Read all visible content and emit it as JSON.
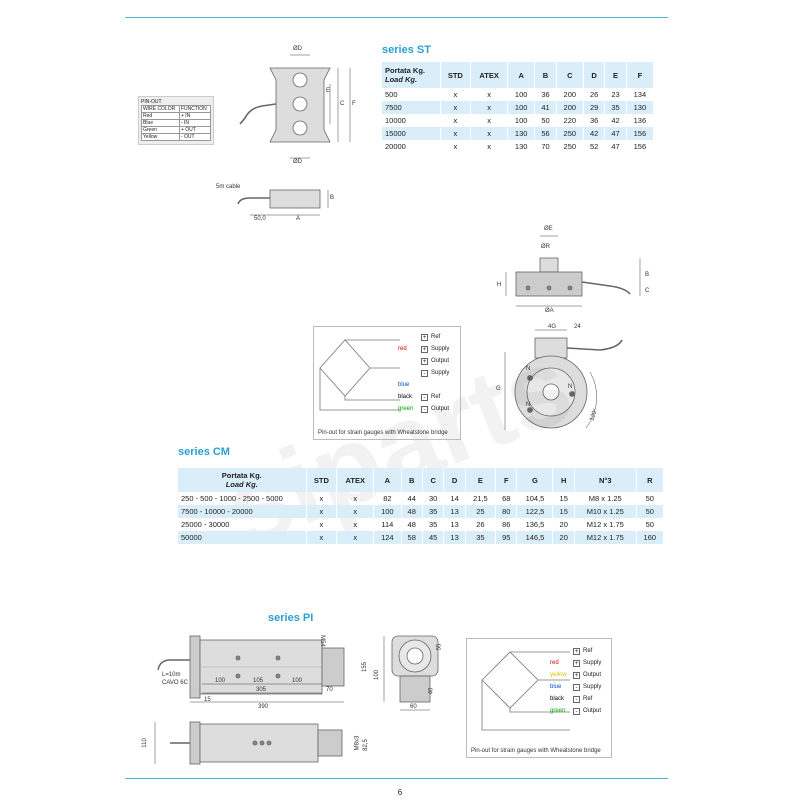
{
  "page_number": "6",
  "watermark": "siparts",
  "colors": {
    "accent": "#2aa0d0",
    "table_alt": "#d9eef8",
    "rule": "#4cb8d8"
  },
  "series_st": {
    "title": "series ST",
    "headers": [
      "Portata Kg. Load Kg.",
      "STD",
      "ATEX",
      "A",
      "B",
      "C",
      "D",
      "E",
      "F"
    ],
    "header_first_line1": "Portata Kg.",
    "header_first_line2": "Load Kg.",
    "rows": [
      [
        "500",
        "x",
        "x",
        "100",
        "36",
        "200",
        "26",
        "23",
        "134"
      ],
      [
        "7500",
        "x",
        "x",
        "100",
        "41",
        "200",
        "29",
        "35",
        "130"
      ],
      [
        "10000",
        "x",
        "x",
        "100",
        "50",
        "220",
        "36",
        "42",
        "136"
      ],
      [
        "15000",
        "x",
        "x",
        "130",
        "56",
        "250",
        "42",
        "47",
        "156"
      ],
      [
        "20000",
        "x",
        "x",
        "130",
        "70",
        "250",
        "52",
        "47",
        "156"
      ]
    ]
  },
  "pinout": {
    "title": "PIN-OUT",
    "col1": "WIRE COLOR",
    "col2": "FUNCTION",
    "rows": [
      [
        "Red",
        "+ IN"
      ],
      [
        "Blue",
        "- IN"
      ],
      [
        "Green",
        "+ OUT"
      ],
      [
        "Yellow",
        "- OUT"
      ]
    ]
  },
  "st_drawing": {
    "cable": "5m cable",
    "dim_50": "50,0",
    "label_a": "A",
    "label_b": "B",
    "label_c": "C",
    "label_e": "E",
    "label_f": "F",
    "label_d": "ØD"
  },
  "cm_drawing": {
    "labels": [
      "ØE",
      "ØR",
      "H",
      "B",
      "C",
      "ØA",
      "4G",
      "24",
      "N",
      "120°",
      "G"
    ]
  },
  "wiring_cm": {
    "items": [
      {
        "color_name": "",
        "label": "Ref",
        "sign": "+"
      },
      {
        "color_name": "red",
        "label": "Supply",
        "sign": "+"
      },
      {
        "color_name": "",
        "label": "Output",
        "sign": "+"
      },
      {
        "color_name": "",
        "label": "Supply",
        "sign": "-"
      },
      {
        "color_name": "blue",
        "label": "",
        "sign": ""
      },
      {
        "color_name": "black",
        "label": "Ref",
        "sign": "-"
      },
      {
        "color_name": "green",
        "label": "Output",
        "sign": "-"
      }
    ],
    "caption": "Pin-out for strain gauges with Wheatstone bridge"
  },
  "series_cm": {
    "title": "series CM",
    "header_first_line1": "Portata Kg.",
    "header_first_line2": "Load Kg.",
    "headers": [
      "STD",
      "ATEX",
      "A",
      "B",
      "C",
      "D",
      "E",
      "F",
      "G",
      "H",
      "N°3",
      "R"
    ],
    "rows": [
      [
        "250 - 500 - 1000 - 2500 - 5000",
        "x",
        "x",
        "82",
        "44",
        "30",
        "14",
        "21,5",
        "68",
        "104,5",
        "15",
        "M8 x 1.25",
        "50"
      ],
      [
        "7500 - 10000 - 20000",
        "x",
        "x",
        "100",
        "48",
        "35",
        "13",
        "25",
        "80",
        "122,5",
        "15",
        "M10 x 1.25",
        "50"
      ],
      [
        "25000 - 30000",
        "x",
        "x",
        "114",
        "48",
        "35",
        "13",
        "26",
        "86",
        "136,5",
        "20",
        "M12 x 1.75",
        "50"
      ],
      [
        "50000",
        "x",
        "x",
        "124",
        "58",
        "45",
        "13",
        "35",
        "95",
        "146,5",
        "20",
        "M12 x 1.75",
        "160"
      ]
    ]
  },
  "series_pi": {
    "title": "series PI",
    "cable_label_1": "L=10m",
    "cable_label_2": "CAVO 6C",
    "dims": [
      "M54",
      "100",
      "105",
      "100",
      "305",
      "70",
      "15",
      "390",
      "110",
      "M8x3",
      "82,5",
      "55",
      "155",
      "100",
      "60",
      "40"
    ]
  },
  "wiring_pi": {
    "items": [
      {
        "color_name": "",
        "label": "Ref",
        "sign": "+"
      },
      {
        "color_name": "red",
        "label": "Supply",
        "sign": "+"
      },
      {
        "color_name": "yellow",
        "label": "Output",
        "sign": "+"
      },
      {
        "color_name": "blue",
        "label": "Supply",
        "sign": "-"
      },
      {
        "color_name": "black",
        "label": "Ref",
        "sign": "-"
      },
      {
        "color_name": "green",
        "label": "Output",
        "sign": "-"
      }
    ],
    "caption": "Pin-out for strain gauges with Wheatstone bridge"
  }
}
